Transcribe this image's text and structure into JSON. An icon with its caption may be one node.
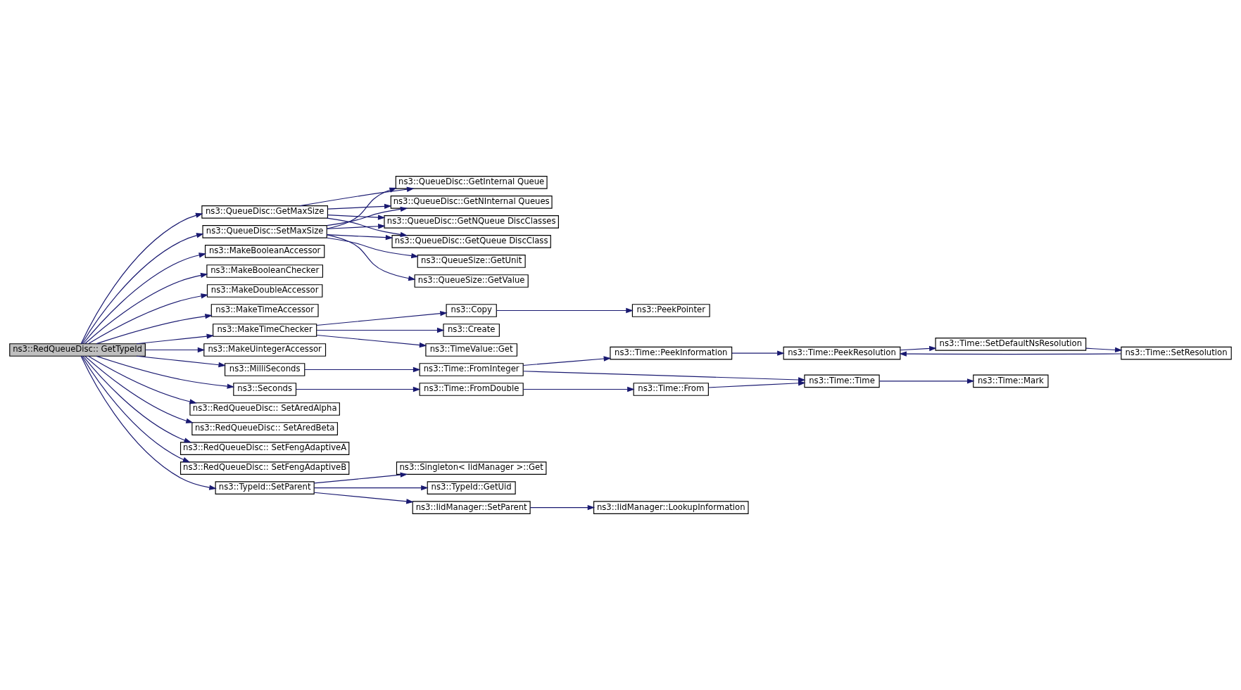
{
  "diagram": {
    "nodes": [
      {
        "text": [
          "ns3::RedQueueDisc:: GetTypeId"
        ]
      },
      {
        "text": [
          "ns3::QueueDisc::GetMaxSize"
        ]
      },
      {
        "text": [
          "ns3::QueueDisc::SetMaxSize"
        ]
      },
      {
        "text": [
          "ns3::MakeBooleanAccessor"
        ]
      },
      {
        "text": [
          "ns3::MakeBooleanChecker"
        ]
      },
      {
        "text": [
          "ns3::MakeDoubleAccessor"
        ]
      },
      {
        "text": [
          "ns3::MakeTimeAccessor"
        ]
      },
      {
        "text": [
          "ns3::MakeTimeChecker"
        ]
      },
      {
        "text": [
          "ns3::MakeUintegerAccessor"
        ]
      },
      {
        "text": [
          "ns3::MilliSeconds"
        ]
      },
      {
        "text": [
          "ns3::Seconds"
        ]
      },
      {
        "text": [
          "ns3::RedQueueDisc:: SetAredAlpha"
        ]
      },
      {
        "text": [
          "ns3::RedQueueDisc:: SetAredBeta"
        ]
      },
      {
        "text": [
          "ns3::RedQueueDisc:: SetFengAdaptiveA"
        ]
      },
      {
        "text": [
          "ns3::RedQueueDisc:: SetFengAdaptiveB"
        ]
      },
      {
        "text": [
          "ns3::TypeId::SetParent"
        ]
      },
      {
        "text": [
          "ns3::QueueDisc::GetInternal Queue"
        ]
      },
      {
        "text": [
          "ns3::QueueDisc::GetNInternal Queues"
        ]
      },
      {
        "text": [
          "ns3::QueueDisc::GetNQueue DiscClasses"
        ]
      },
      {
        "text": [
          "ns3::QueueDisc::GetQueue DiscClass"
        ]
      },
      {
        "text": [
          "ns3::QueueSize::GetUnit"
        ]
      },
      {
        "text": [
          "ns3::QueueSize::GetValue"
        ]
      },
      {
        "text": [
          "ns3::Copy"
        ]
      },
      {
        "text": [
          "ns3::Create"
        ]
      },
      {
        "text": [
          "ns3::TimeValue::Get"
        ]
      },
      {
        "text": [
          "ns3::Time::FromInteger"
        ]
      },
      {
        "text": [
          "ns3::Time::FromDouble"
        ]
      },
      {
        "text": [
          "ns3::Singleton< IidManager >::Get"
        ]
      },
      {
        "text": [
          "ns3::TypeId::GetUid"
        ]
      },
      {
        "text": [
          "ns3::IidManager::SetParent"
        ]
      },
      {
        "text": [
          "ns3::PeekPointer"
        ]
      },
      {
        "text": [
          "ns3::Time::PeekInformation"
        ]
      },
      {
        "text": [
          "ns3::Time::Time"
        ]
      },
      {
        "text": [
          "ns3::Time::From"
        ]
      },
      {
        "text": [
          "ns3::IidManager::LookupInformation"
        ]
      },
      {
        "text": [
          "ns3::Time::PeekResolution"
        ]
      },
      {
        "text": [
          "ns3::Time::Mark"
        ]
      },
      {
        "text": [
          "ns3::Time::SetDefaultNsResolution"
        ]
      },
      {
        "text": [
          "ns3::Time::SetResolution"
        ]
      }
    ],
    "edges": [
      {
        "from": 0,
        "to": 1,
        "arrow": "to"
      },
      {
        "from": 0,
        "to": 2,
        "arrow": "to"
      },
      {
        "from": 0,
        "to": 3,
        "arrow": "to"
      },
      {
        "from": 0,
        "to": 4,
        "arrow": "to"
      },
      {
        "from": 0,
        "to": 5,
        "arrow": "to"
      },
      {
        "from": 0,
        "to": 6,
        "arrow": "to"
      },
      {
        "from": 0,
        "to": 7,
        "arrow": "to"
      },
      {
        "from": 0,
        "to": 8,
        "arrow": "to"
      },
      {
        "from": 0,
        "to": 9,
        "arrow": "to"
      },
      {
        "from": 0,
        "to": 10,
        "arrow": "to"
      },
      {
        "from": 0,
        "to": 11,
        "arrow": "to"
      },
      {
        "from": 0,
        "to": 12,
        "arrow": "to"
      },
      {
        "from": 0,
        "to": 13,
        "arrow": "to"
      },
      {
        "from": 0,
        "to": 14,
        "arrow": "to"
      },
      {
        "from": 0,
        "to": 15,
        "arrow": "to"
      },
      {
        "from": 1,
        "to": 16,
        "arrow": "to"
      },
      {
        "from": 1,
        "to": 17,
        "arrow": "to"
      },
      {
        "from": 1,
        "to": 18,
        "arrow": "to"
      },
      {
        "from": 1,
        "to": 19,
        "arrow": "to"
      },
      {
        "from": 2,
        "to": 16,
        "arrow": "to"
      },
      {
        "from": 2,
        "to": 17,
        "arrow": "to"
      },
      {
        "from": 2,
        "to": 18,
        "arrow": "to"
      },
      {
        "from": 2,
        "to": 19,
        "arrow": "to"
      },
      {
        "from": 2,
        "to": 20,
        "arrow": "to"
      },
      {
        "from": 2,
        "to": 21,
        "arrow": "to"
      },
      {
        "from": 7,
        "to": 22,
        "arrow": "to"
      },
      {
        "from": 7,
        "to": 23,
        "arrow": "to"
      },
      {
        "from": 7,
        "to": 24,
        "arrow": "to"
      },
      {
        "from": 9,
        "to": 25,
        "arrow": "to"
      },
      {
        "from": 10,
        "to": 26,
        "arrow": "to"
      },
      {
        "from": 15,
        "to": 27,
        "arrow": "to"
      },
      {
        "from": 15,
        "to": 28,
        "arrow": "to"
      },
      {
        "from": 15,
        "to": 29,
        "arrow": "to"
      },
      {
        "from": 22,
        "to": 30,
        "arrow": "to"
      },
      {
        "from": 25,
        "to": 31,
        "arrow": "to"
      },
      {
        "from": 25,
        "to": 32,
        "arrow": "to"
      },
      {
        "from": 26,
        "to": 33,
        "arrow": "to"
      },
      {
        "from": 29,
        "to": 34,
        "arrow": "to"
      },
      {
        "from": 31,
        "to": 35,
        "arrow": "to"
      },
      {
        "from": 33,
        "to": 32,
        "arrow": "to"
      },
      {
        "from": 32,
        "to": 36,
        "arrow": "to"
      },
      {
        "from": 35,
        "to": 37,
        "arrow": "to"
      },
      {
        "from": 37,
        "to": 38,
        "arrow": "to"
      },
      {
        "from": 38,
        "to": 35,
        "arrow": "to"
      }
    ]
  }
}
